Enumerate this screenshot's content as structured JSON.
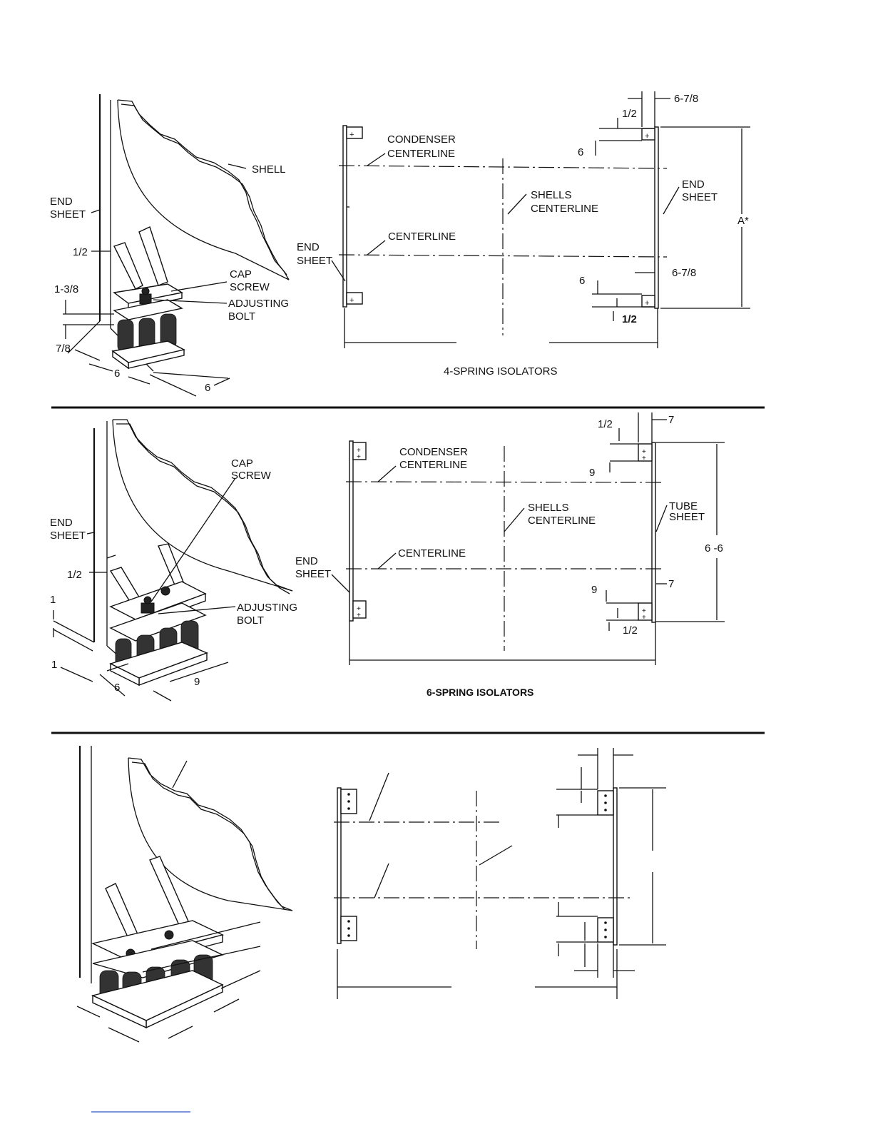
{
  "section1": {
    "labels": {
      "end_sheet_left_1": "END",
      "end_sheet_left_2": "SHEET",
      "shell": "SHELL",
      "dim_half": "1/2",
      "dim_1_3_8": "1-3/8",
      "dim_7_8": "7/8",
      "dim_6a": "6",
      "dim_6b": "6",
      "cap_screw_1": "CAP",
      "cap_screw_2": "SCREW",
      "adjusting_bolt_1": "ADJUSTING",
      "adjusting_bolt_2": "BOLT",
      "condenser_cl_1": "CONDENSER",
      "condenser_cl_2": "CENTERLINE",
      "shells_cl_1": "SHELLS",
      "shells_cl_2": "CENTERLINE",
      "centerline": "CENTERLINE",
      "end_sheet_mid_1": "END",
      "end_sheet_mid_2": "SHEET",
      "end_sheet_right_1": "END",
      "end_sheet_right_2": "SHEET",
      "dim_6_7_8_top": "6-7/8",
      "dim_half_top": "1/2",
      "dim_6_top": "6",
      "dim_a": "A*",
      "dim_6_7_8_bottom": "6-7/8",
      "dim_6_bottom": "6",
      "dim_half_bottom": "1/2",
      "caption": "4-SPRING ISOLATORS"
    }
  },
  "section2": {
    "labels": {
      "end_sheet_left_1": "END",
      "end_sheet_left_2": "SHEET",
      "dim_half": "1/2",
      "dim_1_top": "1",
      "dim_1_bottom": "1",
      "dim_6": "6",
      "dim_9": "9",
      "cap_screw_1": "CAP",
      "cap_screw_2": "SCREW",
      "adjusting_bolt_1": "ADJUSTING",
      "adjusting_bolt_2": "BOLT",
      "condenser_cl_1": "CONDENSER",
      "condenser_cl_2": "CENTERLINE",
      "shells_cl_1": "SHELLS",
      "shells_cl_2": "CENTERLINE",
      "centerline": "CENTERLINE",
      "end_sheet_mid_1": "END",
      "end_sheet_mid_2": "SHEET",
      "tube_sheet_1": "TUBE",
      "tube_sheet_2": "SHEET",
      "dim_7_top": "7",
      "dim_half_top": "1/2",
      "dim_9_top": "9",
      "dim_6_6": "6 -6",
      "dim_7_bottom": "7",
      "dim_9_bottom": "9",
      "dim_half_bottom": "1/2",
      "caption": "6-SPRING ISOLATORS"
    }
  }
}
